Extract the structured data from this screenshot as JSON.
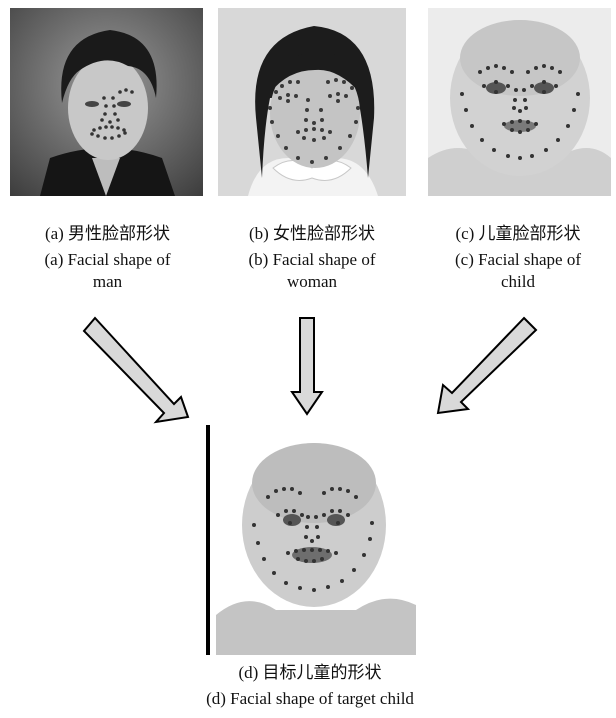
{
  "panels": [
    {
      "id": "a",
      "caption_cn": "(a) 男性脸部形状",
      "caption_en": "(a) Facial shape of man"
    },
    {
      "id": "b",
      "caption_cn": "(b) 女性脸部形状",
      "caption_en": "(b) Facial shape of woman"
    },
    {
      "id": "c",
      "caption_cn": "(c) 儿童脸部形状",
      "caption_en": "(c) Facial shape of child"
    }
  ],
  "target": {
    "id": "d",
    "caption_cn": "(d) 目标儿童的形状",
    "caption_en": "(d) Facial shape of target child"
  },
  "colors": {
    "landmark": "#3a3a3a",
    "arrow_fill": "#d9d9d9",
    "arrow_stroke": "#000000"
  }
}
